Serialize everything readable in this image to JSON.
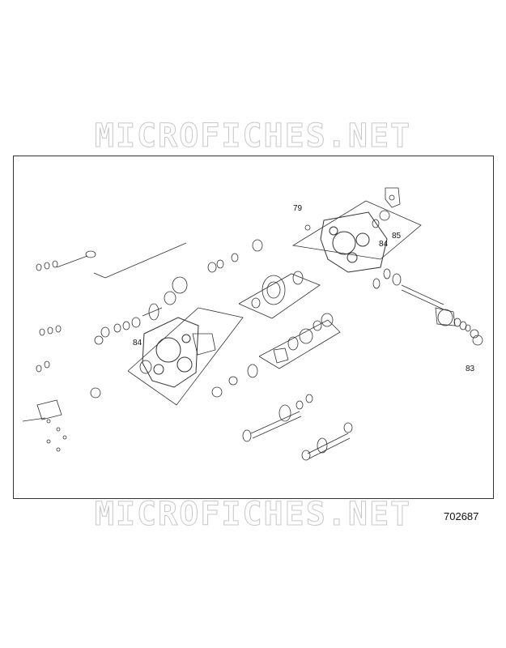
{
  "watermark": "MICROFICHES.NET",
  "drawing_number": "702687",
  "callouts": [
    {
      "id": "c79",
      "label": "79"
    },
    {
      "id": "c84a",
      "label": "84"
    },
    {
      "id": "c85",
      "label": "85"
    },
    {
      "id": "c84b",
      "label": "84"
    },
    {
      "id": "c83",
      "label": "83"
    }
  ],
  "colors": {
    "line": "#333333",
    "watermark_stroke": "#c8c8c8"
  }
}
